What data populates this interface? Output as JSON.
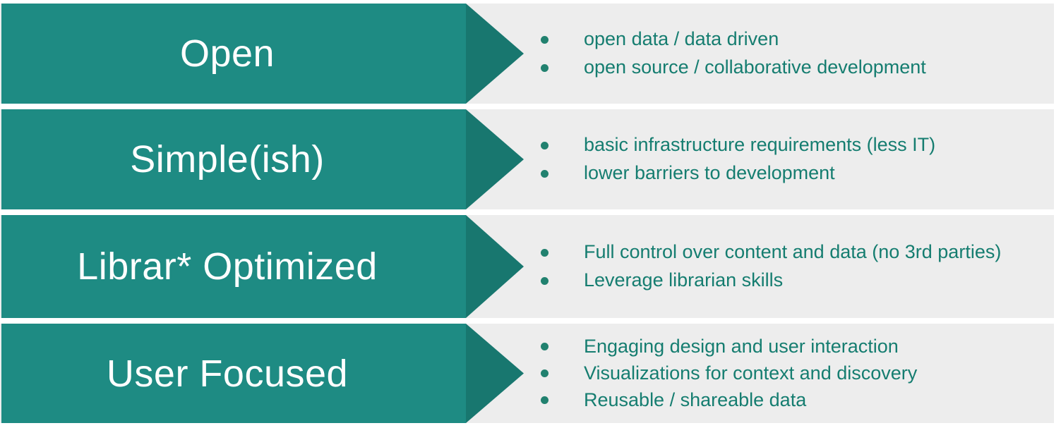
{
  "theme": {
    "teal_body": "#1e8b83",
    "teal_head": "#18776f",
    "panel_gray": "#ededed",
    "bullet_text_color": "#157d70",
    "label_color": "#ffffff",
    "page_background": "#ffffff"
  },
  "diagram": {
    "type": "chevron-list",
    "rows": [
      {
        "label": "Open",
        "bullets": [
          "open data / data driven",
          "open source / collaborative development"
        ]
      },
      {
        "label": "Simple(ish)",
        "bullets": [
          "basic infrastructure requirements (less IT)",
          "lower barriers to development"
        ]
      },
      {
        "label": "Librar* Optimized",
        "bullets": [
          "Full control over content and data (no 3rd parties)",
          "Leverage librarian skills"
        ]
      },
      {
        "label": "User Focused",
        "bullets": [
          "Engaging design and user interaction",
          "Visualizations for context and discovery",
          "Reusable / shareable data"
        ]
      }
    ]
  }
}
